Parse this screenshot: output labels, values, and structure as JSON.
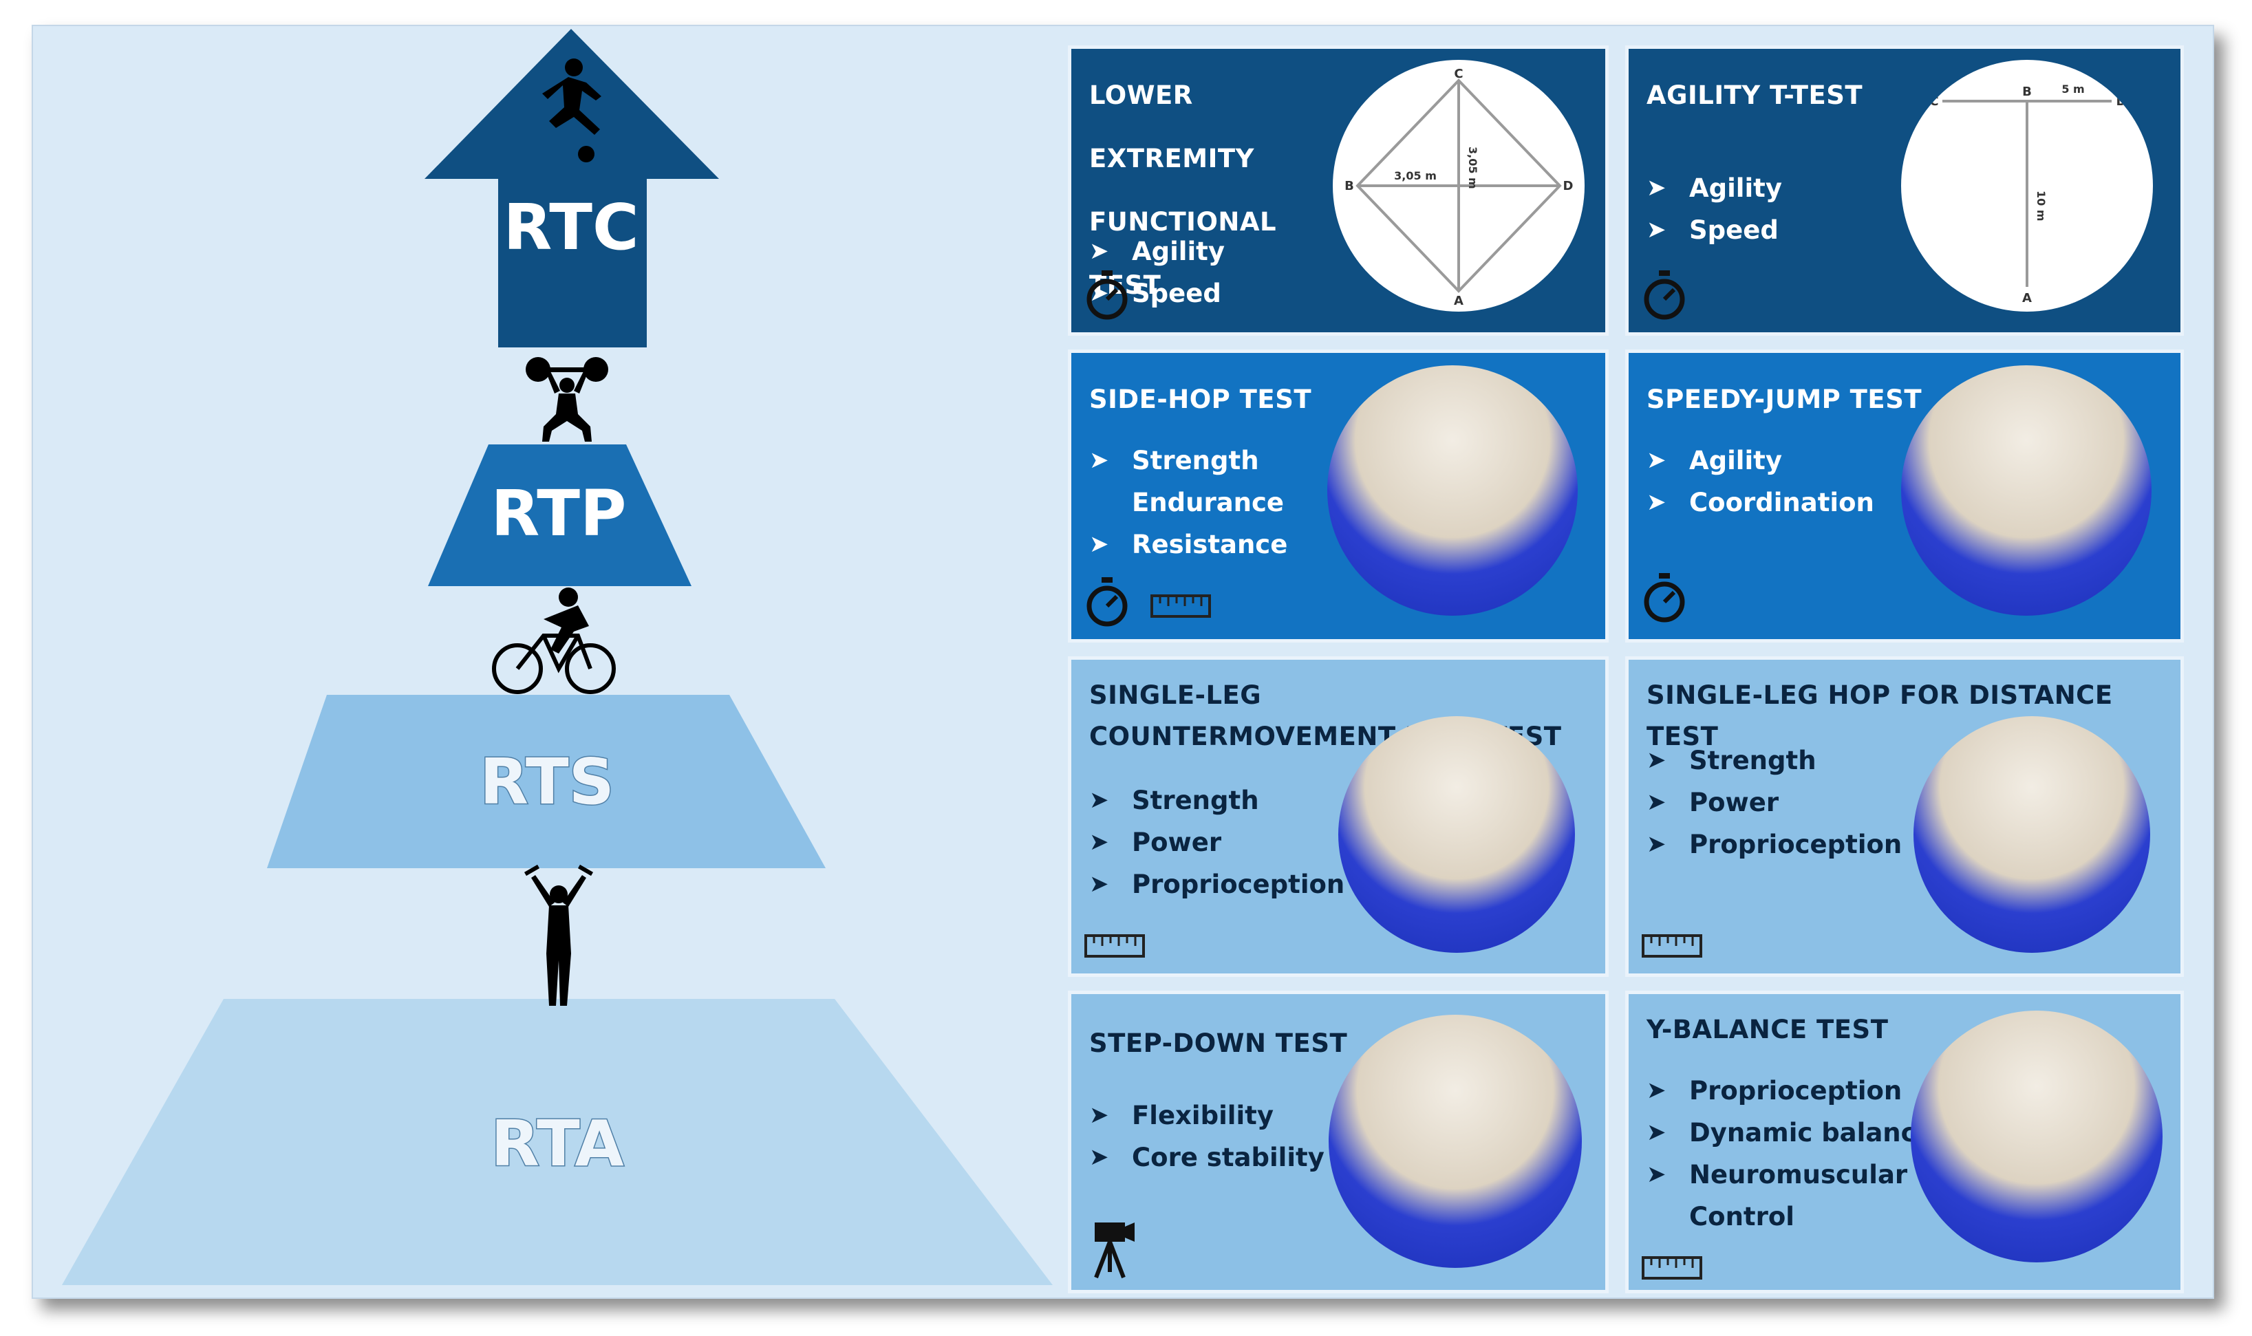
{
  "pyramid": {
    "levels": [
      {
        "label": "RTC"
      },
      {
        "label": "RTP"
      },
      {
        "label": "RTS"
      },
      {
        "label": "RTA"
      }
    ],
    "colors": {
      "dark": "#0f4f82",
      "mid": "#1a6fb3",
      "light": "#8ec1e7",
      "lightest": "#b7d8ef"
    },
    "figures": [
      "soccer-player-icon",
      "weightlifter-icon",
      "cyclist-icon",
      "crutches-person-icon"
    ]
  },
  "tests": [
    {
      "title": "LOWER EXTREMITY FUNCTIONAL TEST",
      "items": [
        "Agility",
        "Speed"
      ],
      "tools": [
        "stopwatch-icon"
      ],
      "diagram": {
        "top": "C",
        "left": "B",
        "right": "D",
        "bottom": "A",
        "horizontal": "3,05 m",
        "vertical": "3,05 m"
      }
    },
    {
      "title": "AGILITY T-TEST",
      "items": [
        "Agility",
        "Speed"
      ],
      "tools": [
        "stopwatch-icon"
      ],
      "diagram": {
        "top": "B",
        "left": "C",
        "right": "D",
        "bottom": "A",
        "horizontal": "5 m",
        "vertical": "10 m"
      }
    },
    {
      "title": "SIDE-HOP TEST",
      "items": [
        "Strength",
        "Endurance",
        "Resistance"
      ],
      "tools": [
        "stopwatch-icon",
        "ruler-icon"
      ]
    },
    {
      "title": "SPEEDY-JUMP TEST",
      "items": [
        "Agility",
        "Coordination"
      ],
      "tools": [
        "stopwatch-icon"
      ]
    },
    {
      "title": "SINGLE-LEG COUNTERMOVEMENT JUMP TEST",
      "items": [
        "Strength",
        "Power",
        "Proprioception"
      ],
      "tools": [
        "ruler-icon"
      ]
    },
    {
      "title": "SINGLE-LEG HOP FOR DISTANCE TEST",
      "items": [
        "Strength",
        "Power",
        "Proprioception"
      ],
      "tools": [
        "ruler-icon"
      ]
    },
    {
      "title": "STEP-DOWN TEST",
      "items": [
        "Flexibility",
        "Core stability"
      ],
      "tools": [
        "camera-tripod-icon"
      ]
    },
    {
      "title": "Y-BALANCE TEST",
      "items": [
        "Proprioception",
        "Dynamic balance",
        "Neuromuscular",
        "Control"
      ],
      "tools": [
        "ruler-icon"
      ]
    }
  ],
  "icons": {
    "bullet": "➤"
  }
}
